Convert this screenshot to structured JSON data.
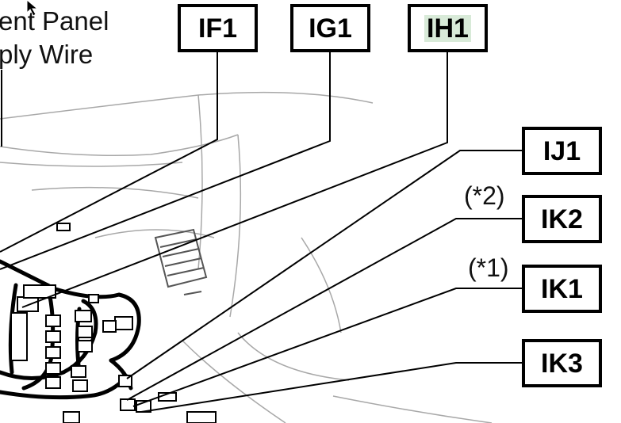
{
  "title_lines": [
    "ent Panel",
    "ply Wire"
  ],
  "connectors": [
    {
      "id": "if1",
      "label": "IF1",
      "highlighted": false
    },
    {
      "id": "ig1",
      "label": "IG1",
      "highlighted": false
    },
    {
      "id": "ih1",
      "label": "IH1",
      "highlighted": true
    },
    {
      "id": "ij1",
      "label": "IJ1",
      "highlighted": false
    },
    {
      "id": "ik2",
      "label": "IK2",
      "highlighted": false,
      "note": "(*2)"
    },
    {
      "id": "ik1",
      "label": "IK1",
      "highlighted": false,
      "note": "(*1)"
    },
    {
      "id": "ik3",
      "label": "IK3",
      "highlighted": false
    }
  ],
  "colors": {
    "line": "#000000",
    "sketch": "#9a9a9a",
    "highlight": "#d8ead8"
  }
}
